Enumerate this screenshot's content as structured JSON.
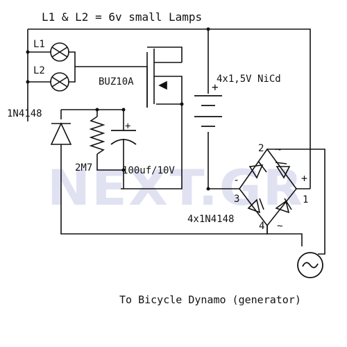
{
  "header": {
    "note": "L1 & L2 = 6v small Lamps"
  },
  "labels": {
    "lamp1": "L1",
    "lamp2": "L2",
    "mosfet": "BUZ10A",
    "battery": "4x1,5V NiCd",
    "diode": "1N4148",
    "resistor": "2M7",
    "capacitor": "100uf/10V",
    "bridge": "4x1N4148",
    "footer": "To Bicycle Dynamo (generator)"
  },
  "bridge_nodes": {
    "n1": "1",
    "n2": "2",
    "n3": "3",
    "n4": "4"
  },
  "signs": {
    "plus": "+",
    "minus": "-",
    "ac": "~"
  },
  "watermark": {
    "text": "NEXT.GR"
  },
  "colors": {
    "ink": "#111111",
    "watermark": "#c8cce8"
  }
}
